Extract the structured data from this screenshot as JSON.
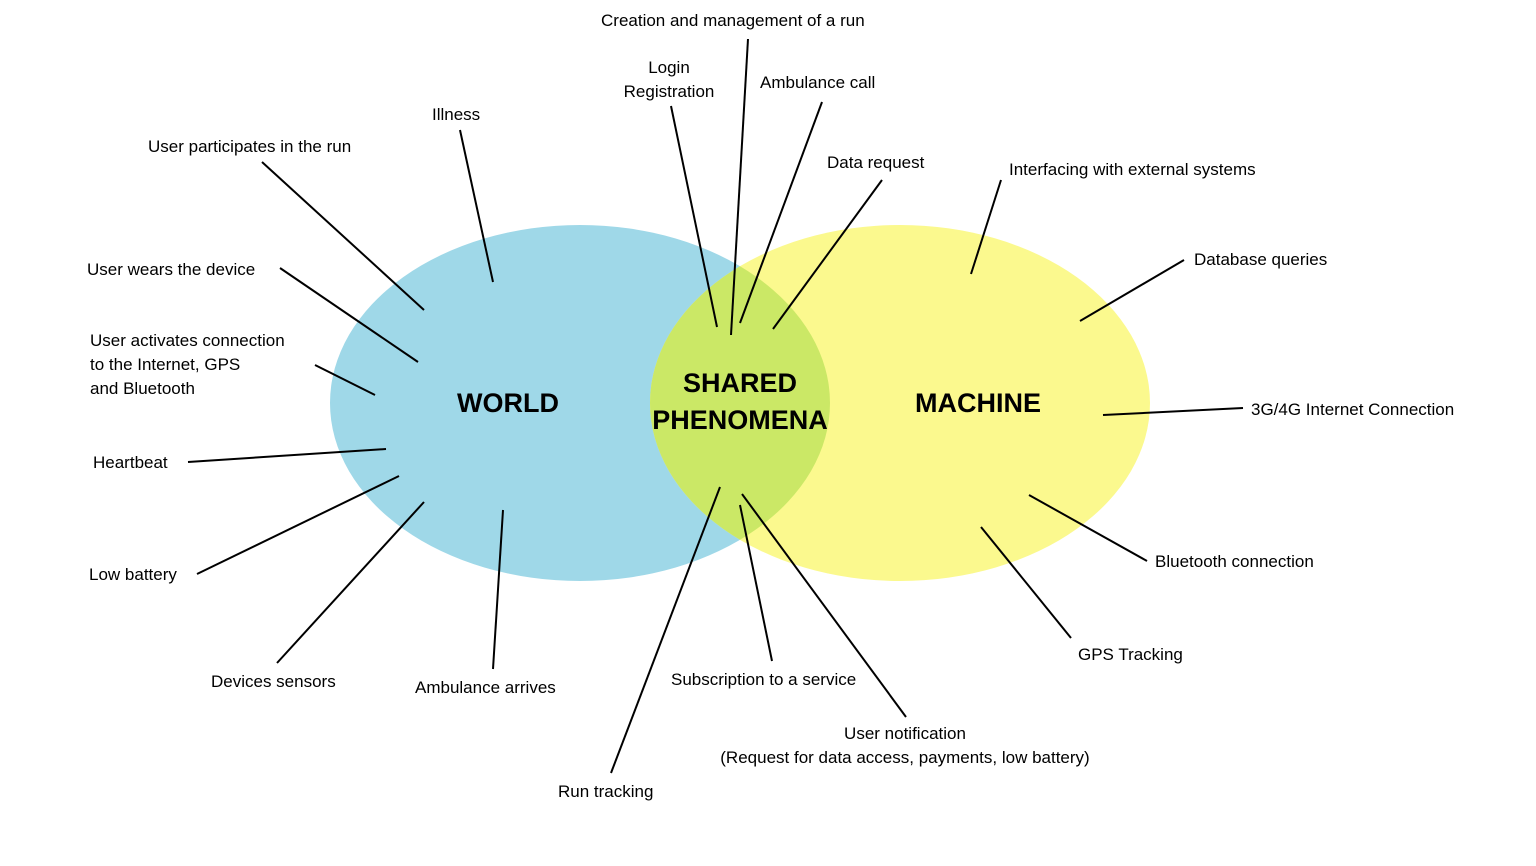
{
  "colors": {
    "world": "#9fd8e8",
    "machine": "#fbf98e",
    "shared": "#cbe866",
    "line": "#000000"
  },
  "regions": {
    "world": "WORLD",
    "shared_line1": "SHARED",
    "shared_line2": "PHENOMENA",
    "machine": "MACHINE"
  },
  "world_phenomena": {
    "user_participates": "User participates in the run",
    "illness": "Illness",
    "user_wears": "User wears the device",
    "user_activates_1": "User activates connection",
    "user_activates_2": "to the Internet, GPS",
    "user_activates_3": "and Bluetooth",
    "heartbeat": "Heartbeat",
    "low_battery": "Low battery",
    "devices_sensors": "Devices sensors",
    "ambulance_arrives": "Ambulance arrives"
  },
  "shared_phenomena": {
    "creation": "Creation and management of a run",
    "login_1": "Login",
    "login_2": "Registration",
    "ambulance_call": "Ambulance call",
    "data_request": "Data request",
    "subscription": "Subscription to a service",
    "user_notification_1": "User notification",
    "user_notification_2": "(Request for data access, payments, low battery)",
    "run_tracking": "Run tracking"
  },
  "machine_phenomena": {
    "interfacing": "Interfacing with external systems",
    "database_queries": "Database queries",
    "internet_connection": "3G/4G Internet Connection",
    "bluetooth_connection": "Bluetooth connection",
    "gps_tracking": "GPS Tracking"
  }
}
